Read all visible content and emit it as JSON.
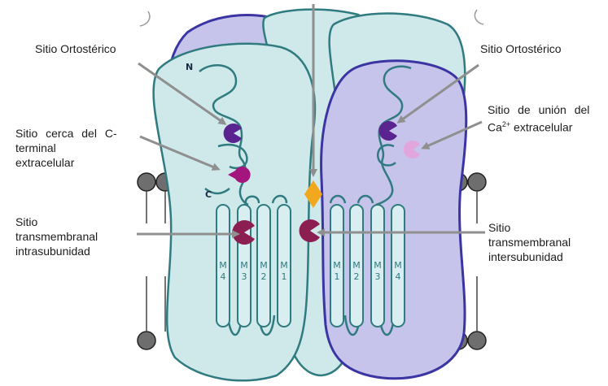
{
  "labels": {
    "orthosteric_left": "Sitio Ortostérico",
    "orthosteric_right": "Sitio Ortostérico",
    "c_terminal_line1": "Sitio cerca del C-",
    "c_terminal_line2": "terminal",
    "c_terminal_line3": "extracelular",
    "calcium_line1": "Sitio de unión del",
    "calcium_line2_prefix": "Ca",
    "calcium_line2_sup": "2+",
    "calcium_line2_suffix": " extracelular",
    "intra_line1": "Sitio",
    "intra_line2": "transmembranal",
    "intra_line3": "intrasubunidad",
    "inter_line1": "Sitio",
    "inter_line2": "transmembranal",
    "inter_line3": "intersubunidad"
  },
  "terminals": {
    "n": "N",
    "c": "C"
  },
  "segments": {
    "left_letter": [
      "M",
      "M",
      "M",
      "M"
    ],
    "left_number": [
      "4",
      "3",
      "2",
      "1"
    ],
    "right_letter": [
      "M",
      "M",
      "M",
      "M"
    ],
    "right_number": [
      "1",
      "2",
      "3",
      "4"
    ]
  },
  "colors": {
    "outline_dark": "#3b35a3",
    "outline_teal": "#2f7b80",
    "fill_teal": "#cfe9ea",
    "fill_lavender": "#c6c4ea",
    "site_purple": "#5b2390",
    "site_magenta": "#a3167e",
    "site_pink": "#e3a6dc",
    "site_maroon": "#8c1f52",
    "ligand": "#f2a81d",
    "arrow": "#8f8f8f",
    "lipid": "#6e6e6e"
  }
}
